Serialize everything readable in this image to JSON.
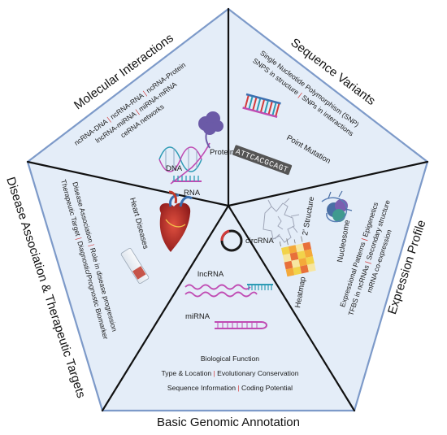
{
  "colors": {
    "panel_fill": "#e4edf8",
    "panel_stroke": "#7d9ac9",
    "divider": "#111111",
    "separator_red": "#d23b3b",
    "rna_magenta": "#c04bb3",
    "dna_teal": "#2d9bb5",
    "protein_purple": "#6b5aa7"
  },
  "segments": {
    "molecular": {
      "title": "Molecular Interactions",
      "line1": [
        "ncRNA-DNA",
        "ncRNA-RNA",
        "ncRNA-Protein"
      ],
      "line2": [
        "lncRNA-miRNA",
        "miRNA-mRNA"
      ],
      "line3": "ceRNA networks",
      "labels": {
        "dna": "DNA",
        "rna": "RNA",
        "protein": "Protein"
      }
    },
    "sequence": {
      "title": "Sequence Variants",
      "line1": "Single Nucleotide Polymorphism (SNP)",
      "line2": [
        "SNPS in structure",
        "SNPs in interactions"
      ],
      "point_mutation": "Point Mutation",
      "mutation_letters": "ATTCACGCAGT"
    },
    "expression": {
      "title": "Expression Profile",
      "line1": [
        "Expressional Patterns",
        "Epigenetics"
      ],
      "line2": [
        "TFBS in ncRNAs",
        "Secondary structure"
      ],
      "line3": "mRNA co-expression",
      "labels": {
        "structure": "2' Structure",
        "nucleosome": "Nucleosome",
        "heatmap": "Heatmap"
      }
    },
    "basic": {
      "title": "Basic Genomic Annotation",
      "line1": "Biological Function",
      "line2": [
        "Type & Location",
        "Evolutionary Conservation"
      ],
      "line3": [
        "Sequence Information",
        "Coding Potential"
      ],
      "labels": {
        "circrna": "circRNA",
        "lncrna": "lncRNA",
        "mirna": "miRNA"
      }
    },
    "disease": {
      "title": "Disease Association & Therapeutic Targets",
      "line1": [
        "Disease Association",
        "Role in disease progression"
      ],
      "line2": [
        "Therapeutic Target",
        "Diagnostic/Prognostic Biomarker"
      ],
      "heart_label": "Heart Diseases"
    }
  }
}
